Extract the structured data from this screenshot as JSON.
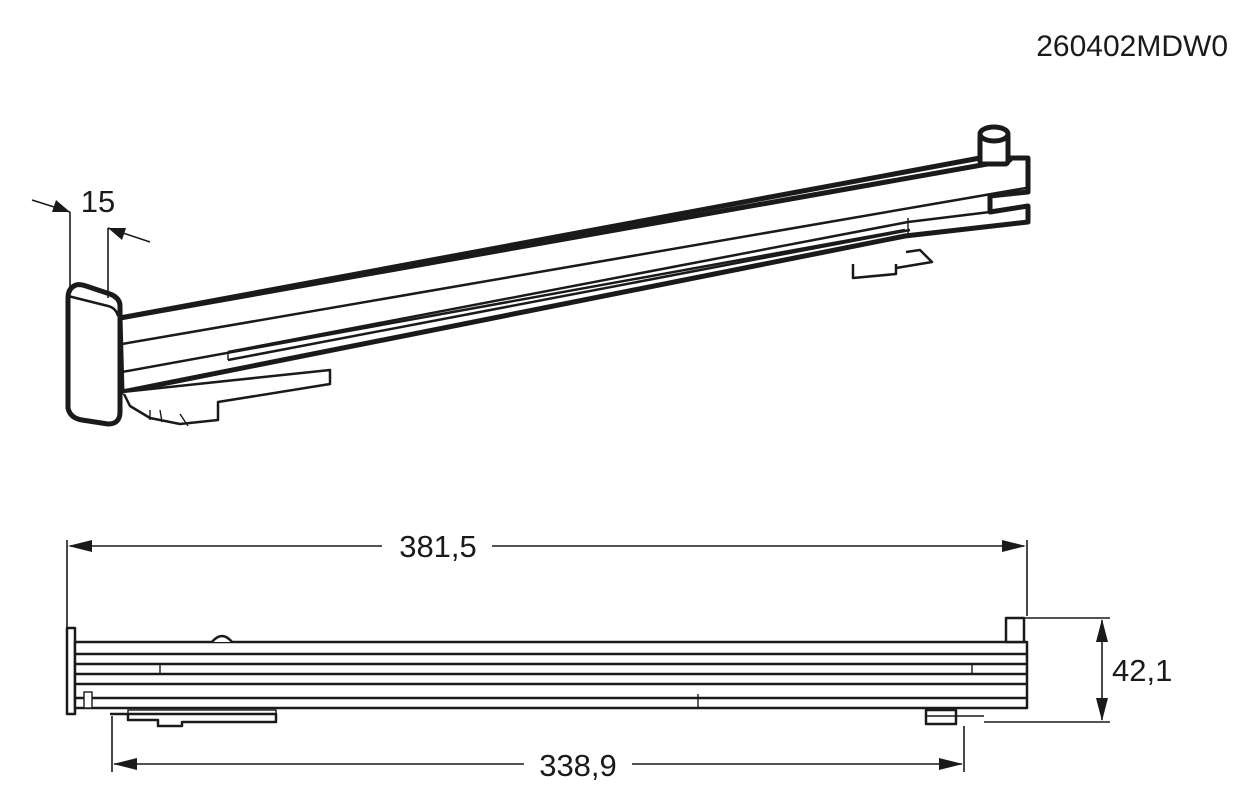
{
  "drawing_code": "260402MDW0",
  "dimensions": {
    "depth_top": "15",
    "overall_length": "381,5",
    "height": "42,1",
    "inner_length": "338,9"
  }
}
